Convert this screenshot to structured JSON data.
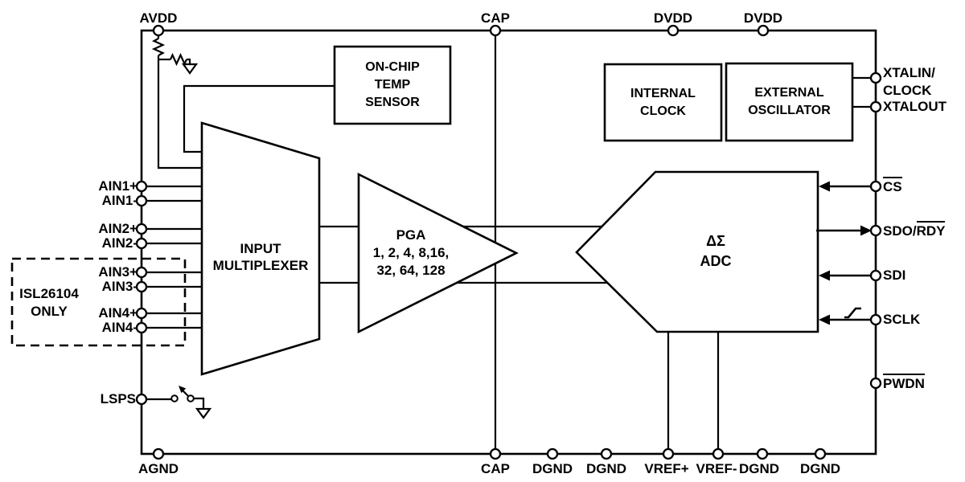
{
  "pins": {
    "avdd": "AVDD",
    "cap_top": "CAP",
    "dvdd1": "DVDD",
    "dvdd2": "DVDD",
    "xtalin_l1": "XTALIN/",
    "xtalin_l2": "CLOCK",
    "xtalout": "XTALOUT",
    "cs": "CS",
    "sdo_plain": "SDO/",
    "sdo_overline": "RDY",
    "sdi": "SDI",
    "sclk": "SCLK",
    "pwdn": "PWDN",
    "ain1p": "AIN1+",
    "ain1n": "AIN1-",
    "ain2p": "AIN2+",
    "ain2n": "AIN2-",
    "ain3p": "AIN3+",
    "ain3n": "AIN3-",
    "ain4p": "AIN4+",
    "ain4n": "AIN4-",
    "lsps": "LSPS",
    "agnd": "AGND",
    "cap_bottom": "CAP",
    "dgnd1": "DGND",
    "dgnd2": "DGND",
    "vref_plus": "VREF+",
    "vref_minus": "VREF-",
    "dgnd3": "DGND",
    "dgnd4": "DGND"
  },
  "blocks": {
    "temp_sensor": {
      "l1": "ON-CHIP",
      "l2": "TEMP",
      "l3": "SENSOR"
    },
    "internal_clock": {
      "l1": "INTERNAL",
      "l2": "CLOCK"
    },
    "external_oscillator": {
      "l1": "EXTERNAL",
      "l2": "OSCILLATOR"
    },
    "input_multiplexer": {
      "l1": "INPUT",
      "l2": "MULTIPLEXER"
    },
    "pga": {
      "l1": "PGA",
      "l2": "1, 2, 4, 8,16,",
      "l3": "32, 64, 128"
    },
    "adc": {
      "l1": "ΔΣ",
      "l2": "ADC"
    },
    "isl_note": {
      "l1": "ISL26104",
      "l2": "ONLY"
    }
  },
  "colors": {
    "line": "#000000",
    "background": "#ffffff"
  }
}
